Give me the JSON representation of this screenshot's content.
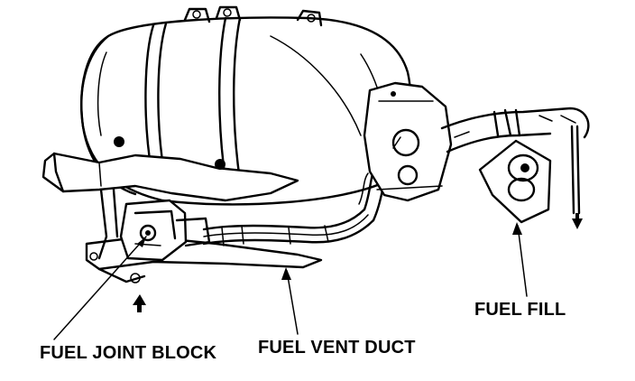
{
  "diagram": {
    "labels": {
      "fuel_joint_block": "FUEL JOINT BLOCK",
      "fuel_vent_duct": "FUEL VENT DUCT",
      "fuel_fill": "FUEL FILL"
    },
    "colors": {
      "ink": "#000000",
      "background": "#ffffff"
    }
  }
}
